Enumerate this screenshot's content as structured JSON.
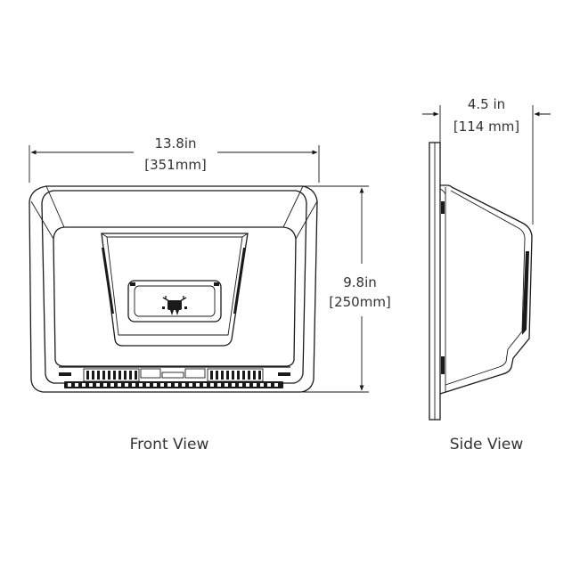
{
  "front_view": {
    "caption": "Front View",
    "width_label": "13.8in",
    "width_label_metric": "[351mm]",
    "height_label": "9.8in",
    "height_label_metric": "[250mm]"
  },
  "side_view": {
    "caption": "Side View",
    "depth_label": "4.5 in",
    "depth_label_metric": "[114 mm]"
  }
}
